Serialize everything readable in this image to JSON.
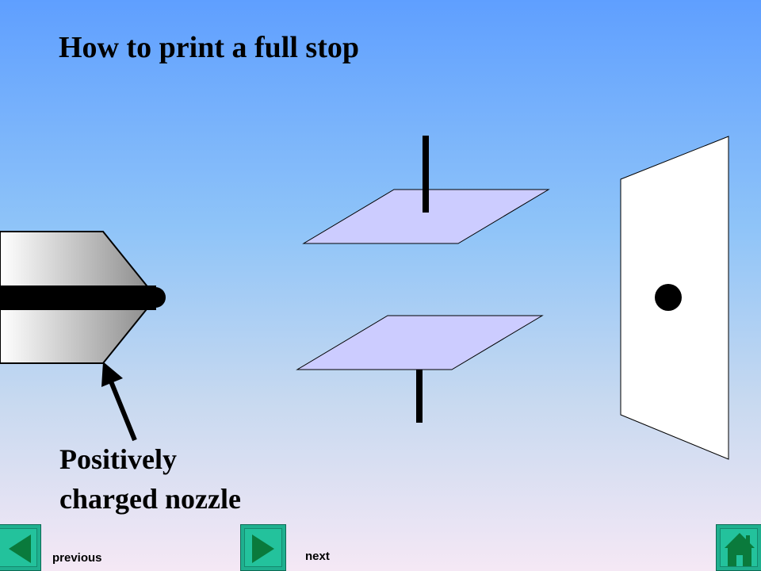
{
  "slide": {
    "title": "How to print a full stop",
    "nozzle_label": [
      "Positively",
      "charged nozzle"
    ]
  },
  "navigation": {
    "previous_label": "previous",
    "next_label": "next"
  },
  "colors": {
    "background_top": "#5f9fff",
    "background_bottom": "#f5e8f5",
    "plate_fill": "#ccccff",
    "paper_fill": "#ffffff",
    "nav_button": "#1fb08f",
    "nav_arrow": "#0a7a3c"
  },
  "icons": {
    "previous": "left-arrow-icon",
    "next": "right-arrow-icon",
    "home": "home-icon"
  }
}
